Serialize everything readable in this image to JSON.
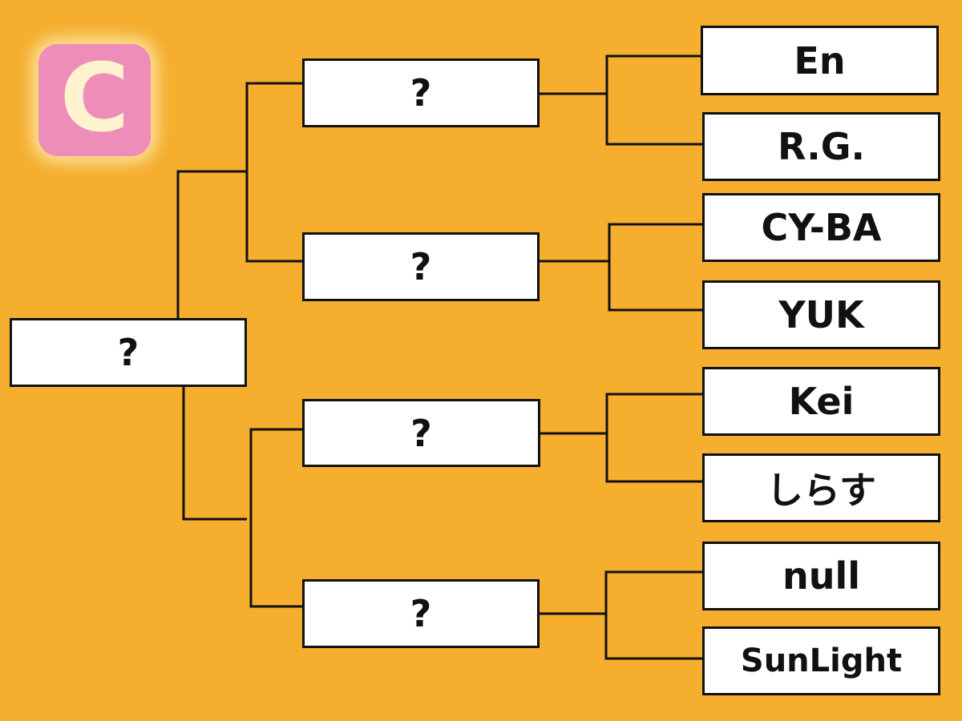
{
  "group": {
    "letter": "C",
    "badge_color": "#ee8cba",
    "letter_color": "#fff3cf"
  },
  "colors": {
    "background": "#f5ae2e",
    "line": "#111111",
    "box_fill": "#ffffff"
  },
  "final": {
    "label": "?"
  },
  "semifinals": [
    {
      "label": "?"
    },
    {
      "label": "?"
    },
    {
      "label": "?"
    },
    {
      "label": "?"
    }
  ],
  "players": [
    {
      "name": "En"
    },
    {
      "name": "R.G."
    },
    {
      "name": "CY-BA"
    },
    {
      "name": "YUK"
    },
    {
      "name": "Kei"
    },
    {
      "name": "しらす"
    },
    {
      "name": "null"
    },
    {
      "name": "SunLight"
    }
  ]
}
